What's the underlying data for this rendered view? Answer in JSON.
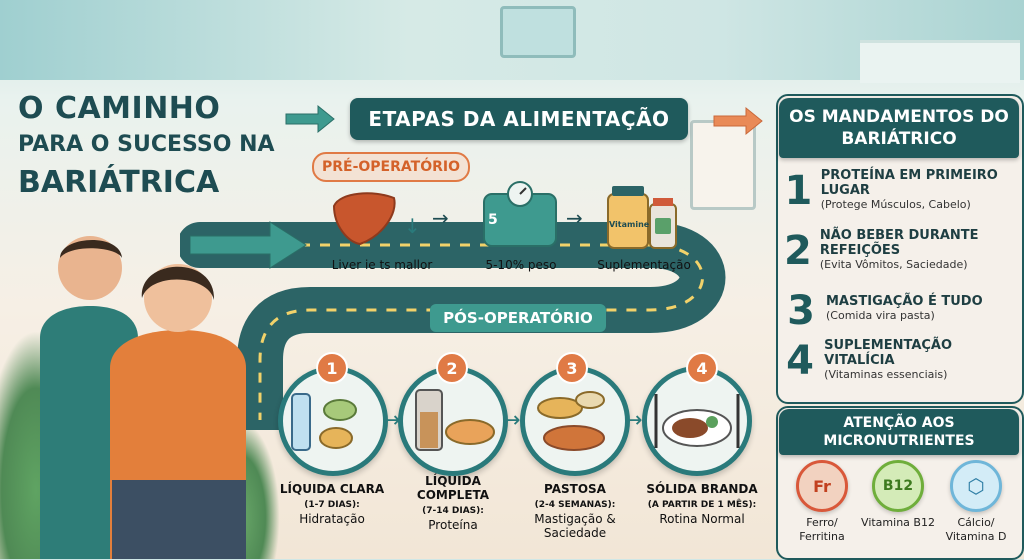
{
  "title": {
    "line1": "O CAMINHO",
    "line2": "PARA O SUCESSO NA",
    "line3": "BARIÁTRICA"
  },
  "etapas_header": "ETAPAS DA ALIMENTAÇÃO",
  "pre_operatorio": {
    "label": "PRÉ-OPERATÓRIO",
    "items": [
      "Liver ie ts mallor",
      "5-10% peso",
      "Suplementação"
    ]
  },
  "pos_operatorio": {
    "label": "PÓS-OPERATÓRIO",
    "stages": [
      {
        "num": "1",
        "name": "LÍQUIDA CLARA",
        "period": "(1-7 DIAS):",
        "desc": "Hidratação"
      },
      {
        "num": "2",
        "name": "LÍQUIDA COMPLETA",
        "period": "(7-14 DIAS):",
        "desc": "Proteína"
      },
      {
        "num": "3",
        "name": "PASTOSA",
        "period": "(2-4 SEMANAS):",
        "desc": "Mastigação & Saciedade"
      },
      {
        "num": "4",
        "name": "SÓLIDA BRANDA",
        "period": "(A PARTIR DE 1 MÊS):",
        "desc": "Rotina Normal"
      }
    ]
  },
  "mandamentos": {
    "header": "OS MANDAMENTOS DO BARIÁTRICO",
    "items": [
      {
        "num": "1",
        "title": "PROTEÍNA EM PRIMEIRO LUGAR",
        "sub": "(Protege Músculos, Cabelo)"
      },
      {
        "num": "2",
        "title": "NÃO BEBER DURANTE REFEIÇÕES",
        "sub": "(Evita Vômitos, Saciedade)"
      },
      {
        "num": "3",
        "title": "MASTIGAÇÃO É TUDO",
        "sub": "(Comida vira pasta)"
      },
      {
        "num": "4",
        "title": "SUPLEMENTAÇÃO VITALÍCIA",
        "sub": "(Vitaminas essenciais)"
      }
    ]
  },
  "atencao": {
    "header": "ATENÇÃO AOS MICRONUTRIENTES",
    "items": [
      {
        "symbol": "Fr",
        "label": "Ferro/ Ferritina",
        "color": "#d9583a"
      },
      {
        "symbol": "B12",
        "label": "Vitamina B12",
        "color": "#6fae3b"
      },
      {
        "symbol": "⬡",
        "label": "Cálcio/ Vitamina D",
        "color": "#6fb6d9"
      }
    ]
  },
  "supplement_label": "Vitamine",
  "scale_value": "5"
}
